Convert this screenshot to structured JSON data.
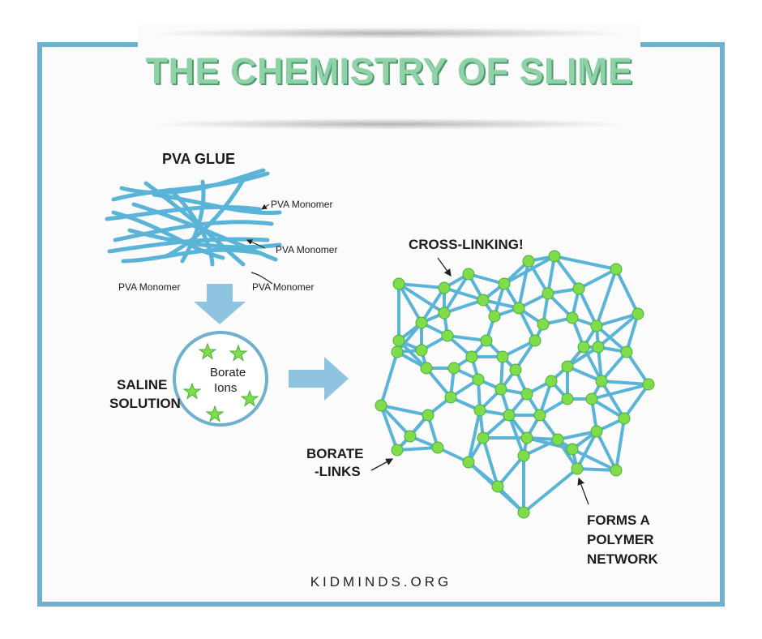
{
  "title": "THE CHEMISTRY OF SLIME",
  "pva_glue": {
    "heading": "PVA GLUE",
    "monomer_labels": [
      "PVA Monomer",
      "PVA Monomer",
      "PVA Monomer",
      "PVA Monomer"
    ]
  },
  "saline": {
    "label_line1": "SALINE",
    "label_line2": "SOLUTION",
    "circle_line1": "Borate",
    "circle_line2": "Ions"
  },
  "network": {
    "cross_linking": "CROSS-LINKING!",
    "borate_line1": "BORATE",
    "borate_line2": "-LINKS",
    "forms_line1": "FORMS A",
    "forms_line2": "POLYMER",
    "forms_line3": "NETWORK"
  },
  "footer": "KIDMINDS.ORG",
  "colors": {
    "frame": "#6fb1cc",
    "title": "#8fd2a8",
    "strand": "#5ab4d8",
    "node": "#7fdc4a",
    "arrow": "#8ec4df"
  }
}
